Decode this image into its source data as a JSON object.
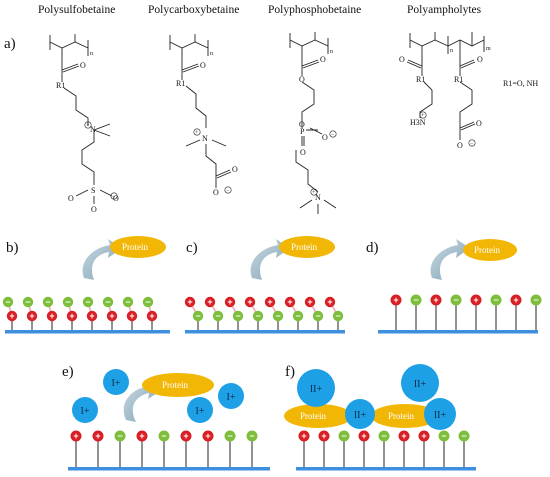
{
  "panel_labels": {
    "a": "a)",
    "b": "b)",
    "c": "c)",
    "d": "d)",
    "e": "e)",
    "f": "f)"
  },
  "titles": {
    "polysulfobetaine": "Polysulfobetaine",
    "polycarboxybetaine": "Polycarboxybetaine",
    "polyphosphobetaine": "Polyphosphobetaine",
    "polyampholytes": "Polyampholytes"
  },
  "chem": {
    "O": "O",
    "R1": "R1",
    "N": "N",
    "S": "S",
    "P": "P",
    "n": "n",
    "m": "m",
    "plus": "+",
    "minus": "−",
    "H3N": "H3N",
    "r1_note": "R1=O, NH"
  },
  "protein_label": "Protein",
  "ion_labels": {
    "i_plus": "I+",
    "ii_plus": "II+"
  },
  "colors": {
    "positive": "#d91f26",
    "negative": "#7dbf3c",
    "protein": "#f2b705",
    "ion": "#1ea0e6",
    "surface": "#3e8fe0",
    "arrow": "#9fb8c6"
  }
}
